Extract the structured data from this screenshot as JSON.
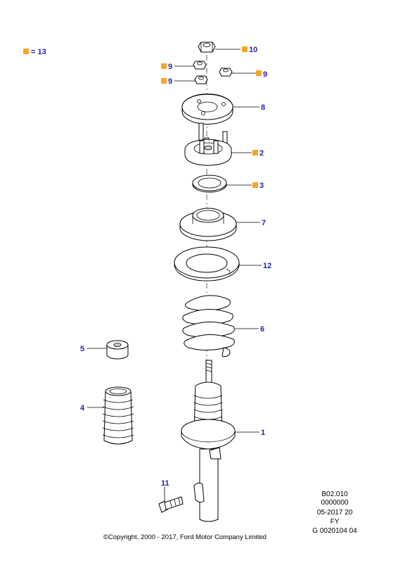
{
  "colors": {
    "callout": "#1f1fb4",
    "marker": "#f5a623",
    "line": "#000000"
  },
  "legend": {
    "equals": "= 13"
  },
  "callouts": {
    "c10": "10",
    "c9a": "9",
    "c9b": "9",
    "c9c": "9",
    "c8": "8",
    "c2": "2",
    "c3": "3",
    "c7": "7",
    "c12": "12",
    "c6": "6",
    "c5": "5",
    "c4": "4",
    "c1": "1",
    "c11": "11"
  },
  "code_block": {
    "line1": "B02.010",
    "line2": "0000000",
    "line3": "05-2017 20",
    "line4": "FY",
    "line5": "G 0020104 04"
  },
  "copyright": "©Copyright, 2000 - 2017, Ford Motor Company Limited"
}
